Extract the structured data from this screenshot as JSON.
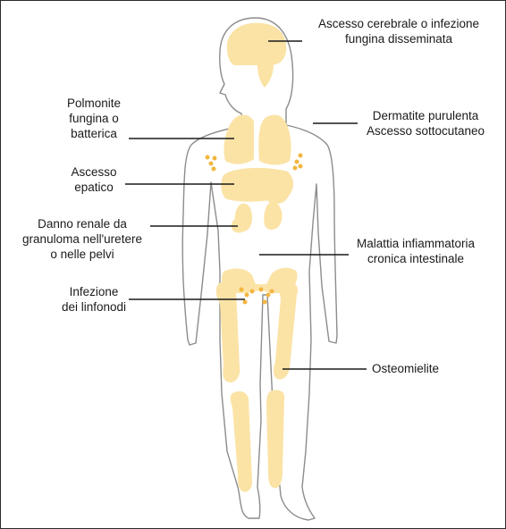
{
  "colors": {
    "bone": "#fbe3a6",
    "dot": "#f2b640",
    "outline": "#8c8c8c",
    "leader": "#1a1a1a",
    "text": "#1a1a1a",
    "frame": "#2b2b2b"
  },
  "labels": {
    "brain": {
      "lines": [
        "Ascesso cerebrale o infezione",
        "fungina disseminata"
      ]
    },
    "lung": {
      "lines": [
        "Polmonite",
        "fungina o",
        "batterica"
      ]
    },
    "skin": {
      "lines": [
        "Dermatite purulenta",
        "Ascesso sottocutaneo"
      ]
    },
    "liver": {
      "lines": [
        "Ascesso",
        "epatico"
      ]
    },
    "kidney": {
      "lines": [
        "Danno renale da",
        "granuloma nell'uretere",
        "o nelle pelvi"
      ]
    },
    "intestine": {
      "lines": [
        "Malattia infiammatoria",
        "cronica intestinale"
      ]
    },
    "lymph": {
      "lines": [
        "Infezione",
        "dei linfonodi"
      ]
    },
    "bone": {
      "lines": [
        "Osteomielite"
      ]
    }
  }
}
